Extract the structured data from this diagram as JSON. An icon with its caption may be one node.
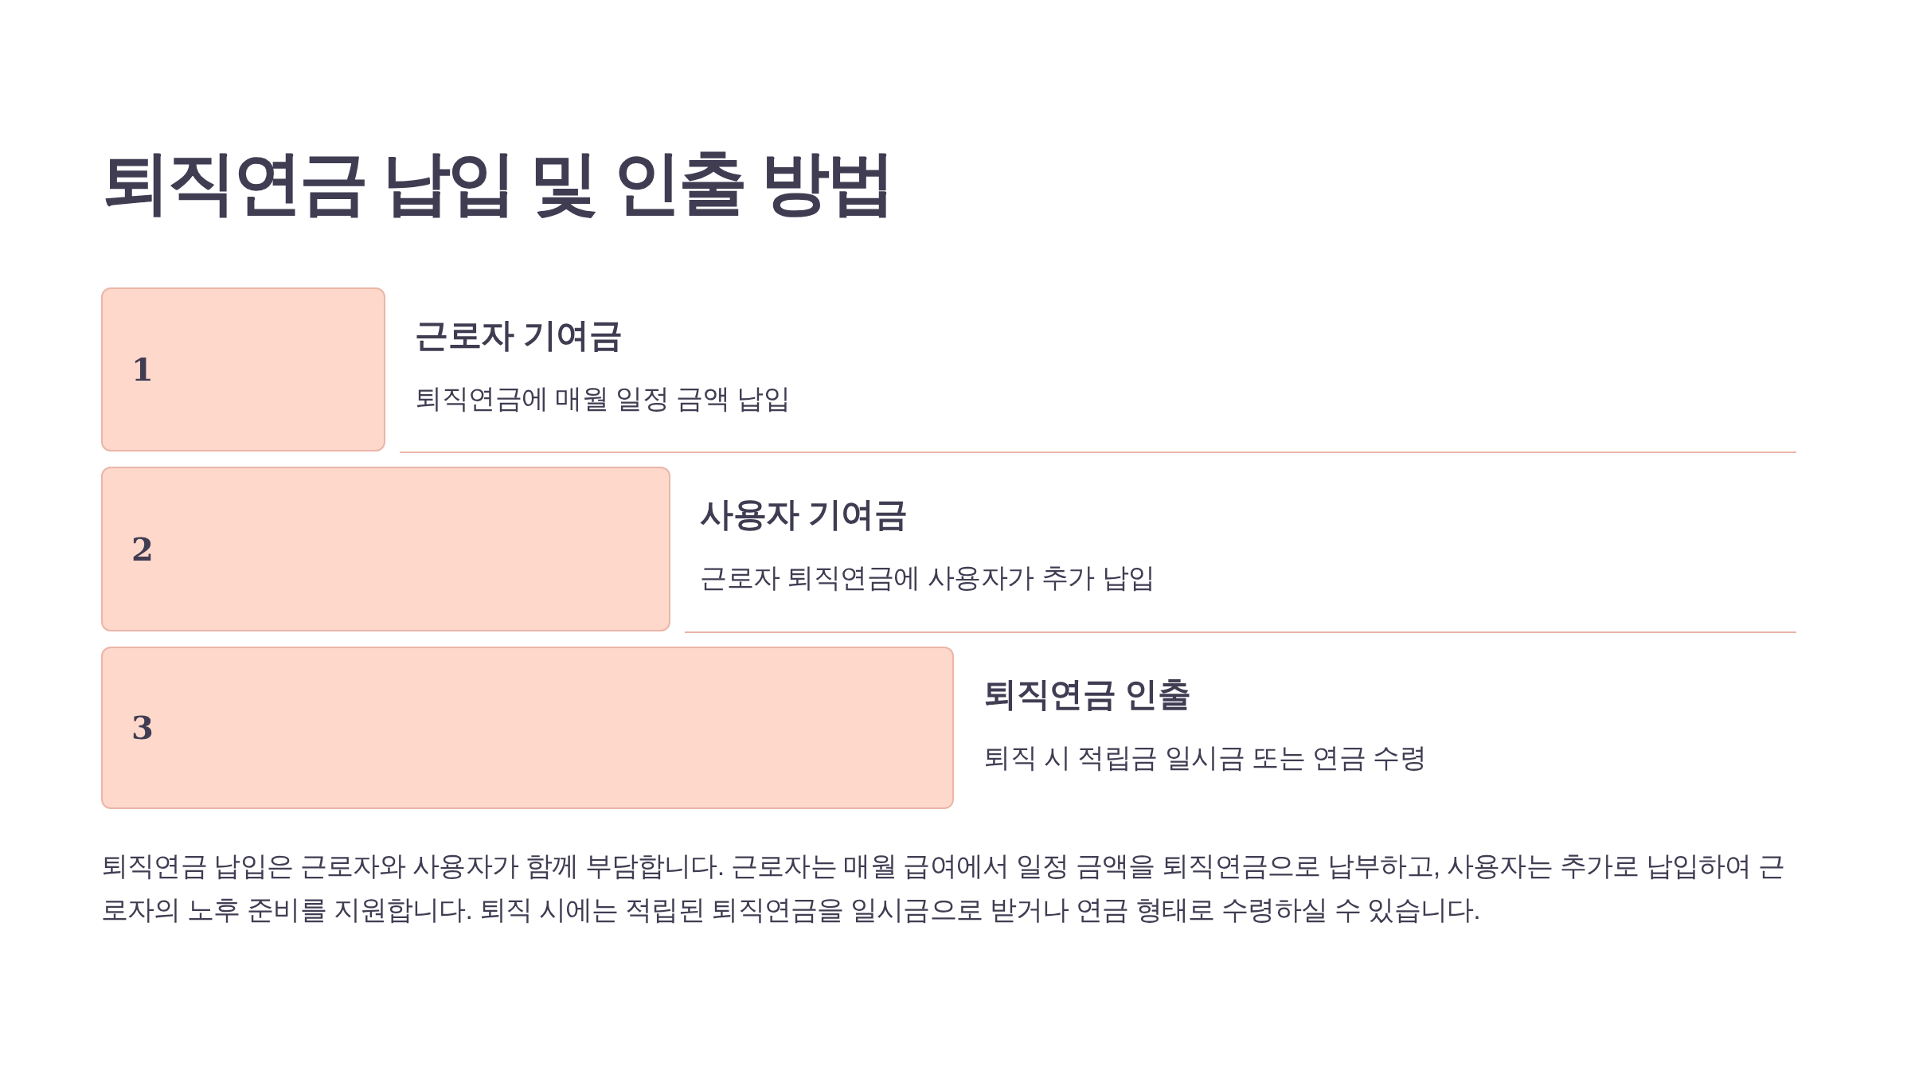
{
  "diagram": {
    "title": "퇴직연금 납입 및 인출 방법",
    "nodes": [
      {
        "text": [
          "1"
        ],
        "beside": [
          "근로자 기여금",
          "퇴직연금에 매월 일정 금액 납입"
        ]
      },
      {
        "text": [
          "2"
        ],
        "beside": [
          "사용자 기여금",
          "근로자 퇴직연금에 사용자가 추가 납입"
        ]
      },
      {
        "text": [
          "3"
        ],
        "beside": [
          "퇴직연금 인출",
          "퇴직 시 적립금 일시금 또는 연금 수령"
        ]
      }
    ],
    "labels": [
      "퇴직연금 납입은 근로자와 사용자가 함께 부담합니다. 근로자는 매월 급여에서 일정 금액을 퇴직연금으로 납부하고, 사용자는 추가로 납입하여 근로자의 노후 준비를 지원합니다. 퇴직 시에는 적립된 퇴직연금을 일시금으로 받거나 연금 형태로 수령하실 수 있습니다."
    ]
  }
}
